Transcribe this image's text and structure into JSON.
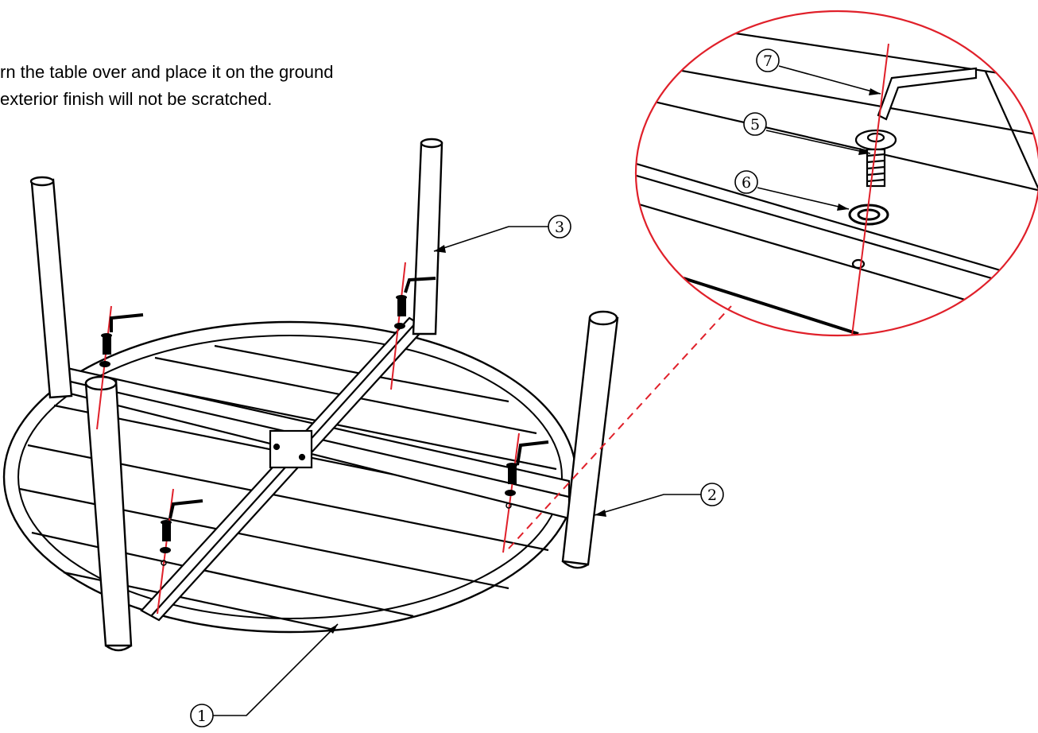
{
  "instruction": {
    "line1": "rn the table over and place it on the ground",
    "line2": "exterior finish will not be scratched."
  },
  "callouts": {
    "c1": "1",
    "c2": "2",
    "c3": "3",
    "c5": "5",
    "c6": "6",
    "c7": "7"
  },
  "colors": {
    "line": "#000000",
    "red": "#e0202a"
  }
}
